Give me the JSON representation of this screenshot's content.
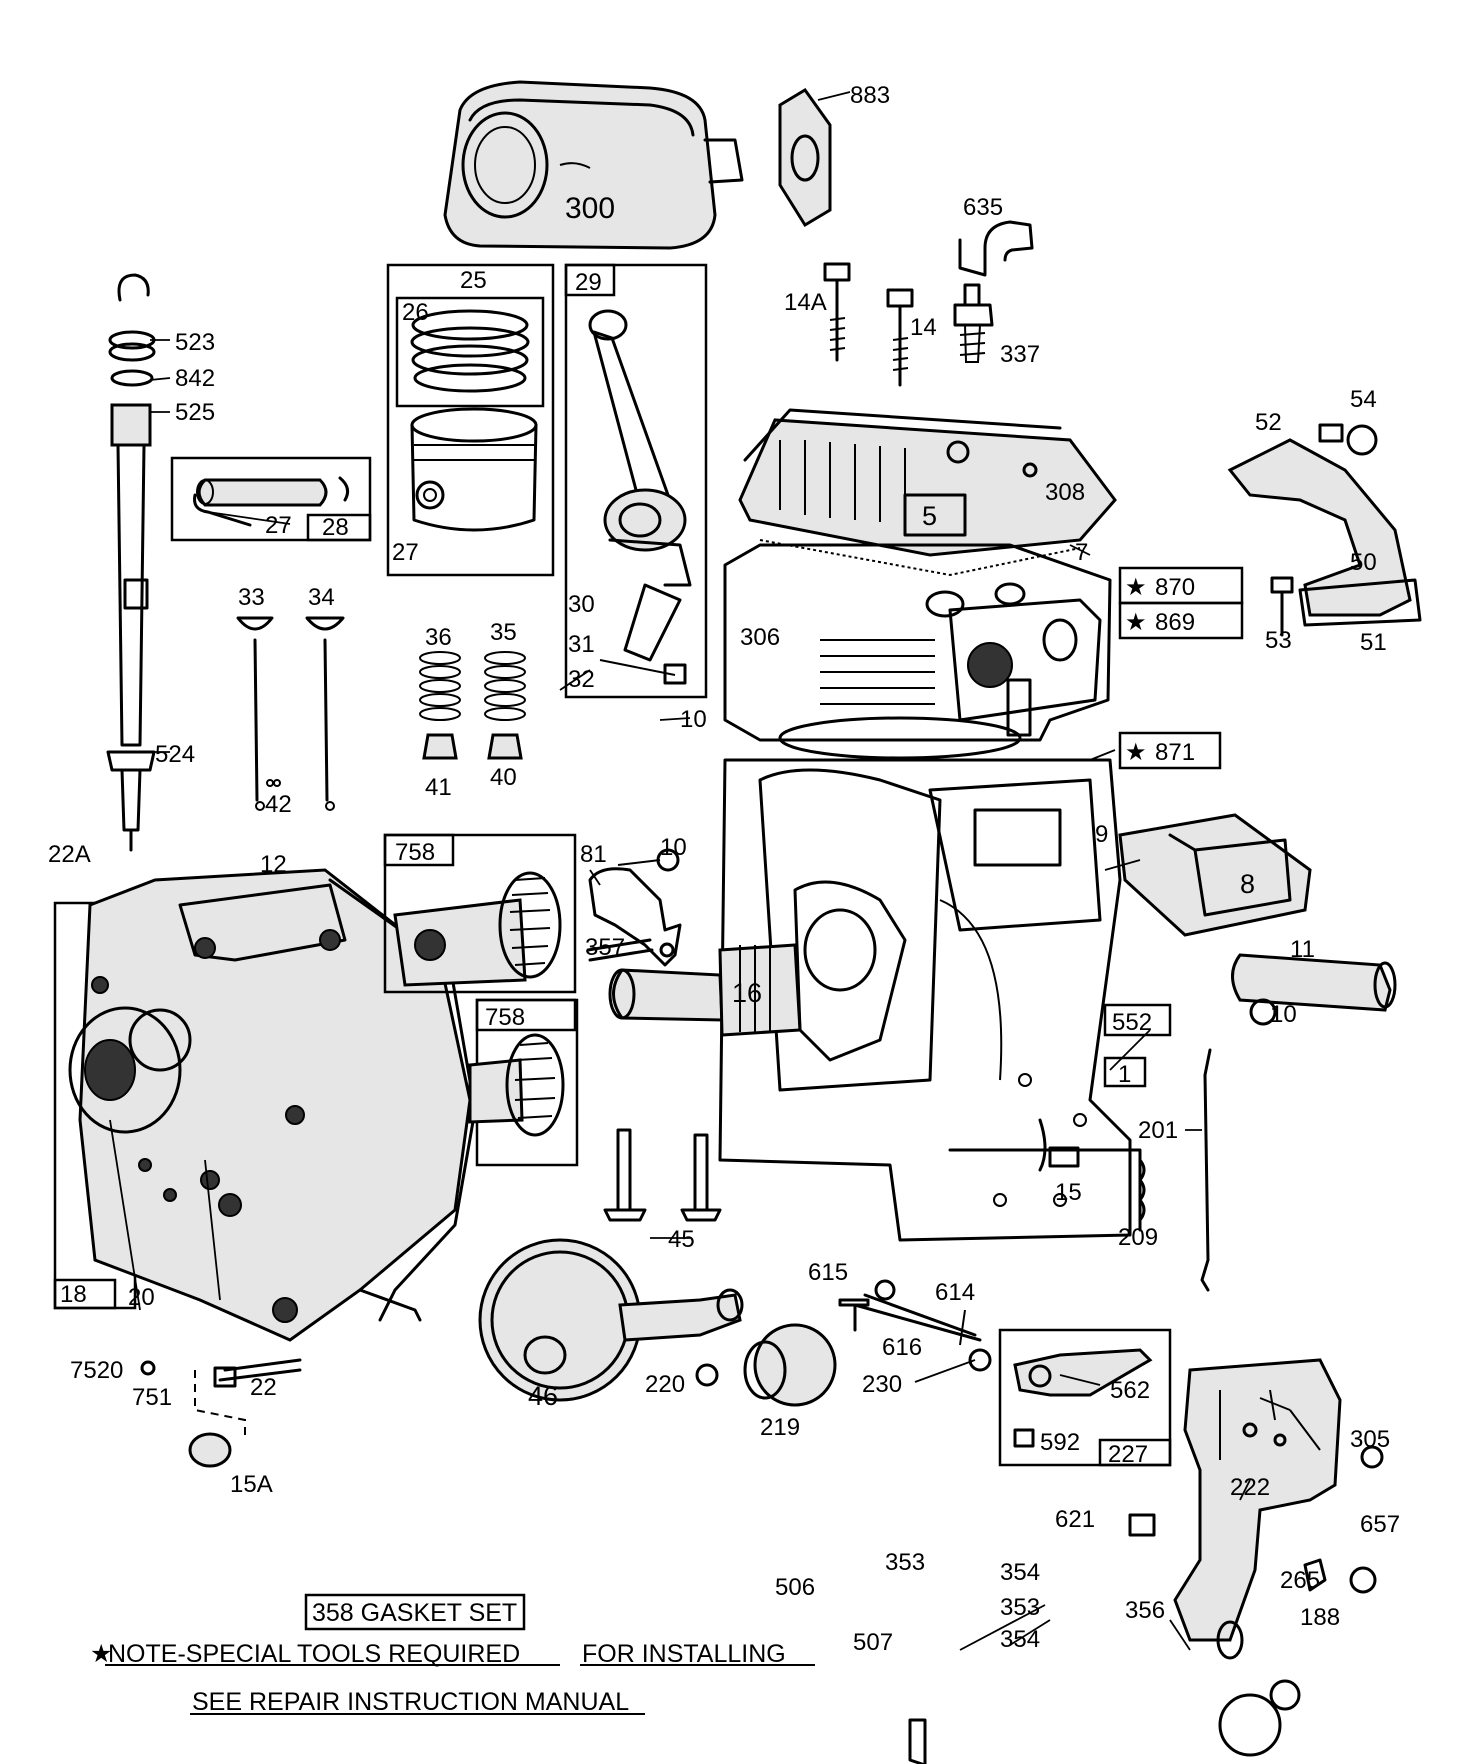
{
  "diagram": {
    "parts": {
      "p300": "300",
      "p883": "883",
      "p635": "635",
      "p14a": "14A",
      "p14": "14",
      "p337": "337",
      "p25": "25",
      "p26": "26",
      "p27a": "27",
      "p28": "28",
      "p27b": "27",
      "p29": "29",
      "p30": "30",
      "p31": "31",
      "p32": "32",
      "p523": "523",
      "p842": "842",
      "p525": "525",
      "p524": "524",
      "p33": "33",
      "p34": "34",
      "p42": "42",
      "p36": "36",
      "p35": "35",
      "p41": "41",
      "p40": "40",
      "p308": "308",
      "p5": "5",
      "p7": "7",
      "p54": "54",
      "p52": "52",
      "p50": "50",
      "p53": "53",
      "p51": "51",
      "p870": "870",
      "p869": "869",
      "p871": "871",
      "p306": "306",
      "p10a": "10",
      "p22a": "22A",
      "p12": "12",
      "p758a": "758",
      "p81": "81",
      "p10b": "10",
      "p9": "9",
      "p8": "8",
      "p11": "11",
      "p10c": "10",
      "p357": "357",
      "p16": "16",
      "p758b": "758",
      "p552": "552",
      "p1": "1",
      "p201": "201",
      "p18": "18",
      "p20": "20",
      "p15": "15",
      "p209": "209",
      "p45": "45",
      "p615": "615",
      "p614": "614",
      "p616": "616",
      "p230": "230",
      "p562": "562",
      "p7520": "7520",
      "p751": "751",
      "p22": "22",
      "p220": "220",
      "p46": "46",
      "p219": "219",
      "p592": "592",
      "p227": "227",
      "p305": "305",
      "p222": "222",
      "p15a": "15A",
      "p621": "621",
      "p657": "657",
      "p265": "265",
      "p353a": "353",
      "p354a": "354",
      "p506": "506",
      "p353b": "353",
      "p507": "507",
      "p354b": "354",
      "p356": "356",
      "p188": "188"
    },
    "notes": {
      "gasket_set": "358 GASKET SET",
      "note_line1": "NOTE-SPECIAL TOOLS REQUIRED",
      "note_line1b": "FOR INSTALLING",
      "note_line2": "SEE REPAIR INSTRUCTION MANUAL",
      "star": "★"
    }
  }
}
